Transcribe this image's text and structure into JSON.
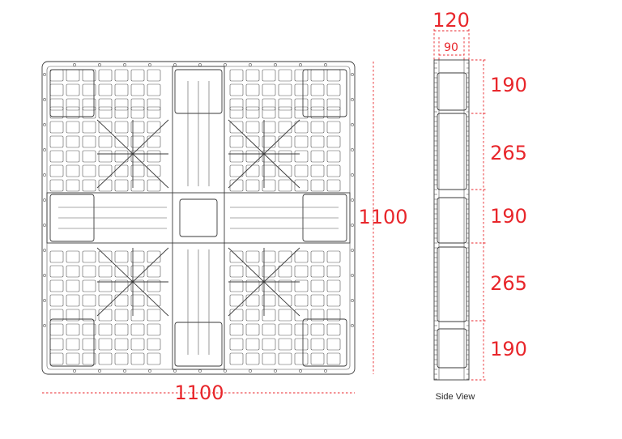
{
  "drawing": {
    "top_view": {
      "width_label": "1100",
      "height_label": "1100"
    },
    "side_view": {
      "caption": "Side View",
      "thickness_label": "120",
      "inner_label": "90",
      "segments": [
        "190",
        "265",
        "190",
        "265",
        "190"
      ]
    }
  },
  "colors": {
    "dimension": "#e8262b",
    "line": "#3a3a3a",
    "background": "#ffffff"
  }
}
